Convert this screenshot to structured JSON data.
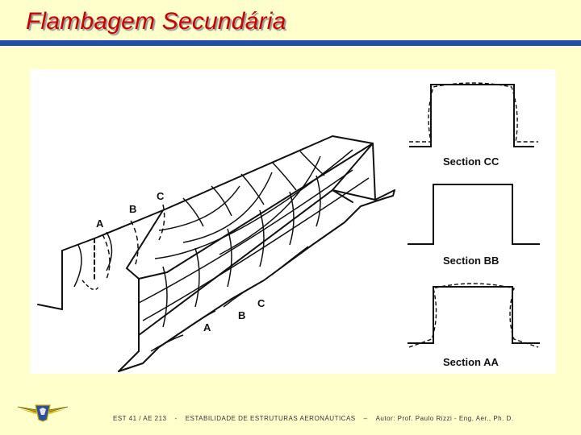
{
  "header": {
    "title": "Flambagem Secundária"
  },
  "figure": {
    "labels": {
      "a": "A",
      "b": "B",
      "c": "C"
    },
    "sections": [
      {
        "label": "Section CC"
      },
      {
        "label": "Section BB"
      },
      {
        "label": "Section AA"
      }
    ]
  },
  "footer": {
    "course": "EST 41 / AE 213",
    "sep1": "-",
    "subject": "ESTABILIDADE DE ESTRUTURAS AERONÁUTICAS",
    "sep2": "–",
    "author": "Autor: Prof. Paulo Rizzi - Eng. Aer., Ph. D."
  },
  "colors": {
    "title": "#cc0000",
    "rule": "#1f4fa8",
    "background": "#ffffcc"
  },
  "icons": {
    "logo": "ita-wings-logo"
  }
}
